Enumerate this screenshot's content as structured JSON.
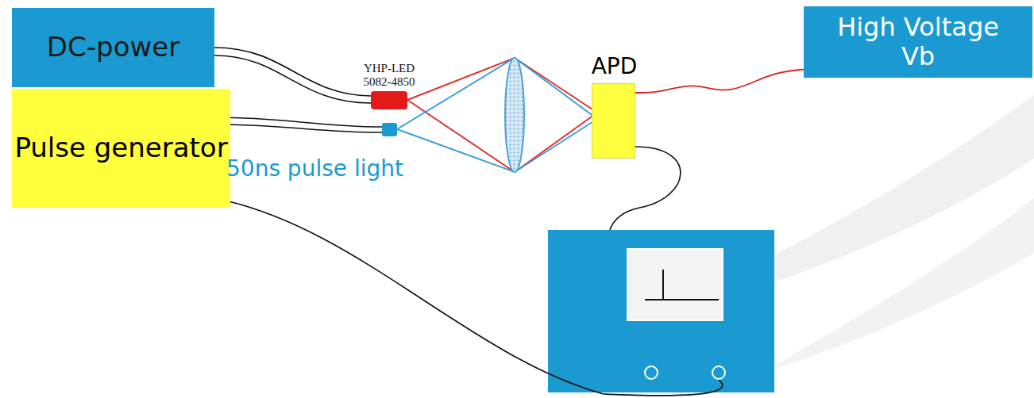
{
  "diagram": {
    "nodes": [
      {
        "text": [
          "DC-power"
        ]
      },
      {
        "text": [
          "Pulse generator"
        ]
      },
      {
        "text": [
          "APD"
        ]
      },
      {
        "text": [
          "High Voltage Vb"
        ]
      }
    ],
    "edges": [
      {
        "from": 2,
        "to": 3,
        "arrow": "none"
      }
    ],
    "labels": [
      "YHP-LED 5082-4850",
      "50ns pulse light"
    ]
  }
}
